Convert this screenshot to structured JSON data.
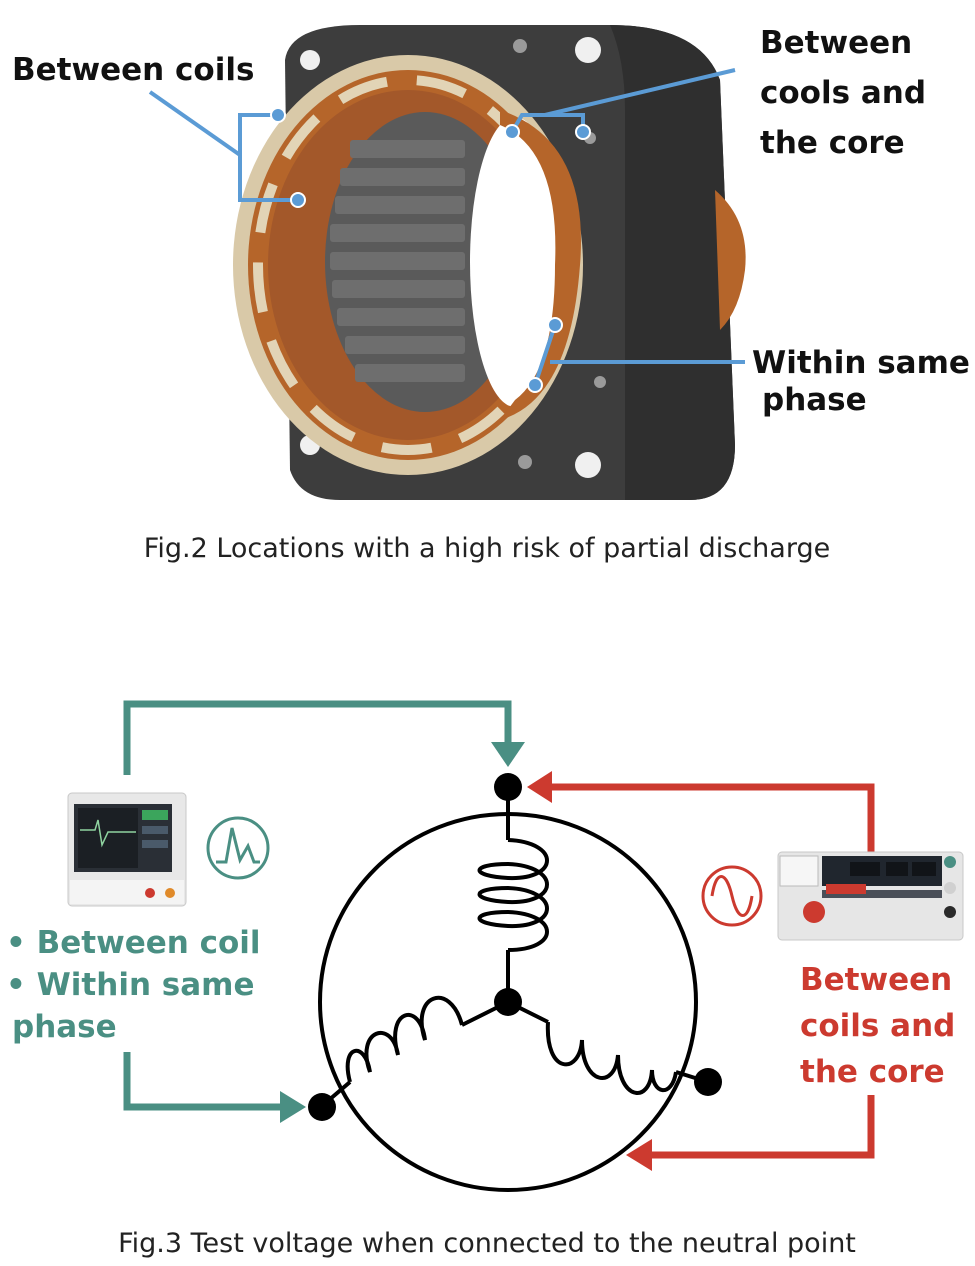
{
  "colors": {
    "callout_line": "#5b9bd5",
    "teal": "#4a8f83",
    "red": "#cc3a2f",
    "black": "#000000",
    "copper": "#b5652a",
    "core": "#4a4a4a"
  },
  "fig2": {
    "callouts": {
      "between_coils": "Between coils",
      "between_coils_core": [
        "Between",
        "cools and",
        "the core"
      ],
      "within_same_phase": [
        "Within same",
        "phase"
      ]
    },
    "caption": "Fig.2 Locations with a high risk of partial discharge"
  },
  "fig3": {
    "left_instrument": {
      "icon": "impulse-waveform-icon",
      "bullets": [
        "• Between coil",
        "• Within same",
        "phase"
      ]
    },
    "right_instrument": {
      "icon": "sine-wave-icon",
      "labels": [
        "Between",
        "coils and",
        "the core"
      ]
    },
    "caption": "Fig.3 Test voltage when connected to the neutral point"
  }
}
